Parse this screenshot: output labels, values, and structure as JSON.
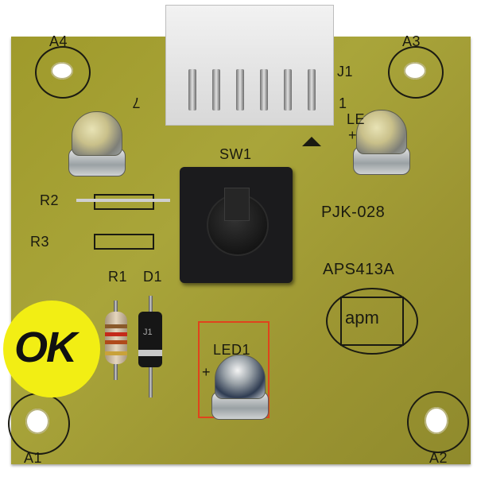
{
  "board": {
    "mount_holes": [
      {
        "label": "A4"
      },
      {
        "label": "A3"
      },
      {
        "label": "A1"
      },
      {
        "label": "A2"
      }
    ],
    "labels": {
      "switch": "SW1",
      "resistor_2": "R2",
      "resistor_3": "R3",
      "resistor_1": "R1",
      "diode_1": "D1",
      "led_1": "LED1",
      "led_top_right": "LE",
      "connector": "J1",
      "part_number": "PJK-028",
      "model": "APS413A",
      "logo": "apm",
      "plus": "+",
      "pin_mark_left": "7",
      "pin_mark_right": "1",
      "diode_body": "J1"
    },
    "sticker": {
      "text": "OK",
      "color": "#f2ee14"
    },
    "colors": {
      "pcb": "#a9a53a",
      "silkscreen": "#1b1b12",
      "red_outline": "#e0431d",
      "switch": "#1b1b1d"
    }
  }
}
